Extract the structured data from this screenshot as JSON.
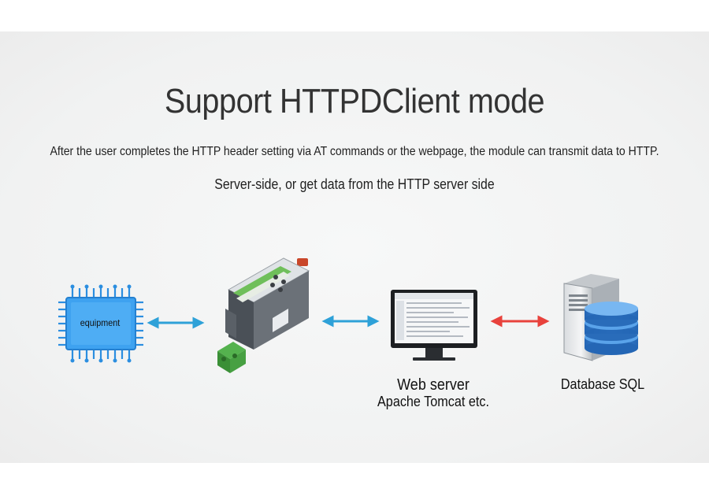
{
  "title": "Support HTTPDClient mode",
  "subtitle_line1": "After the user completes the HTTP header setting via AT commands or the webpage, the module can transmit data to HTTP.",
  "subtitle_line2": "Server-side, or get data from the HTTP server side",
  "nodes": {
    "equipment": {
      "label": "equipment"
    },
    "web_server": {
      "label": "Web server",
      "sublabel": "Apache Tomcat etc."
    },
    "database": {
      "label": "Database SQL"
    }
  },
  "colors": {
    "chip": "#3ea2f0",
    "chip_pins": "#2b8ee0",
    "arrow_blue": "#2ea1d8",
    "arrow_red": "#e8423c",
    "device_body": "#5b6168",
    "device_green": "#4caf50",
    "terminal_green": "#3fa34d",
    "db_blue": "#2f78c8"
  },
  "icons": [
    "chip-icon",
    "serial-device-icon",
    "monitor-icon",
    "database-server-icon"
  ]
}
